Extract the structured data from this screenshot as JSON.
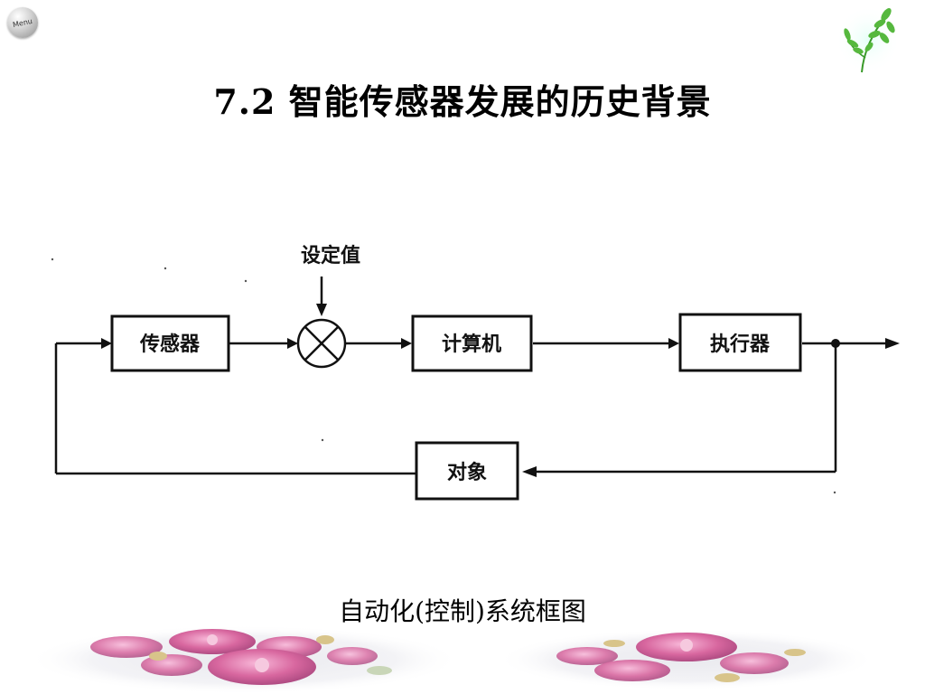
{
  "menu": {
    "label": "Menu"
  },
  "slide": {
    "title": "7.2 智能传感器发展的历史背景",
    "caption": "自动化(控制)系统框图"
  },
  "diagram": {
    "setpoint_label": "设定值",
    "blocks": {
      "sensor": "传感器",
      "computer": "计算机",
      "actuator": "执行器",
      "object": "对象"
    }
  }
}
